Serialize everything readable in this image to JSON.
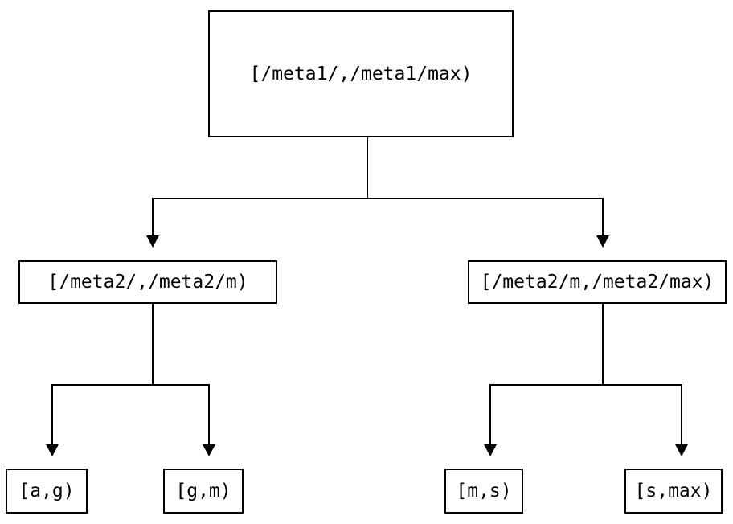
{
  "diagram": {
    "type": "tree",
    "colors": {
      "background": "#ffffff",
      "line": "#000000",
      "box_border": "#000000",
      "text": "#000000"
    },
    "nodes": {
      "root": {
        "label": "[/meta1/,/meta1/max)"
      },
      "meta2_left": {
        "label": "[/meta2/,/meta2/m)"
      },
      "meta2_right": {
        "label": "[/meta2/m,/meta2/max)"
      },
      "leaf_ag": {
        "label": "[a,g)"
      },
      "leaf_gm": {
        "label": "[g,m)"
      },
      "leaf_ms": {
        "label": "[m,s)"
      },
      "leaf_smax": {
        "label": "[s,max)"
      }
    },
    "edges": [
      {
        "from": "root",
        "to": "meta2_left"
      },
      {
        "from": "root",
        "to": "meta2_right"
      },
      {
        "from": "meta2_left",
        "to": "leaf_ag"
      },
      {
        "from": "meta2_left",
        "to": "leaf_gm"
      },
      {
        "from": "meta2_right",
        "to": "leaf_ms"
      },
      {
        "from": "meta2_right",
        "to": "leaf_smax"
      }
    ]
  }
}
